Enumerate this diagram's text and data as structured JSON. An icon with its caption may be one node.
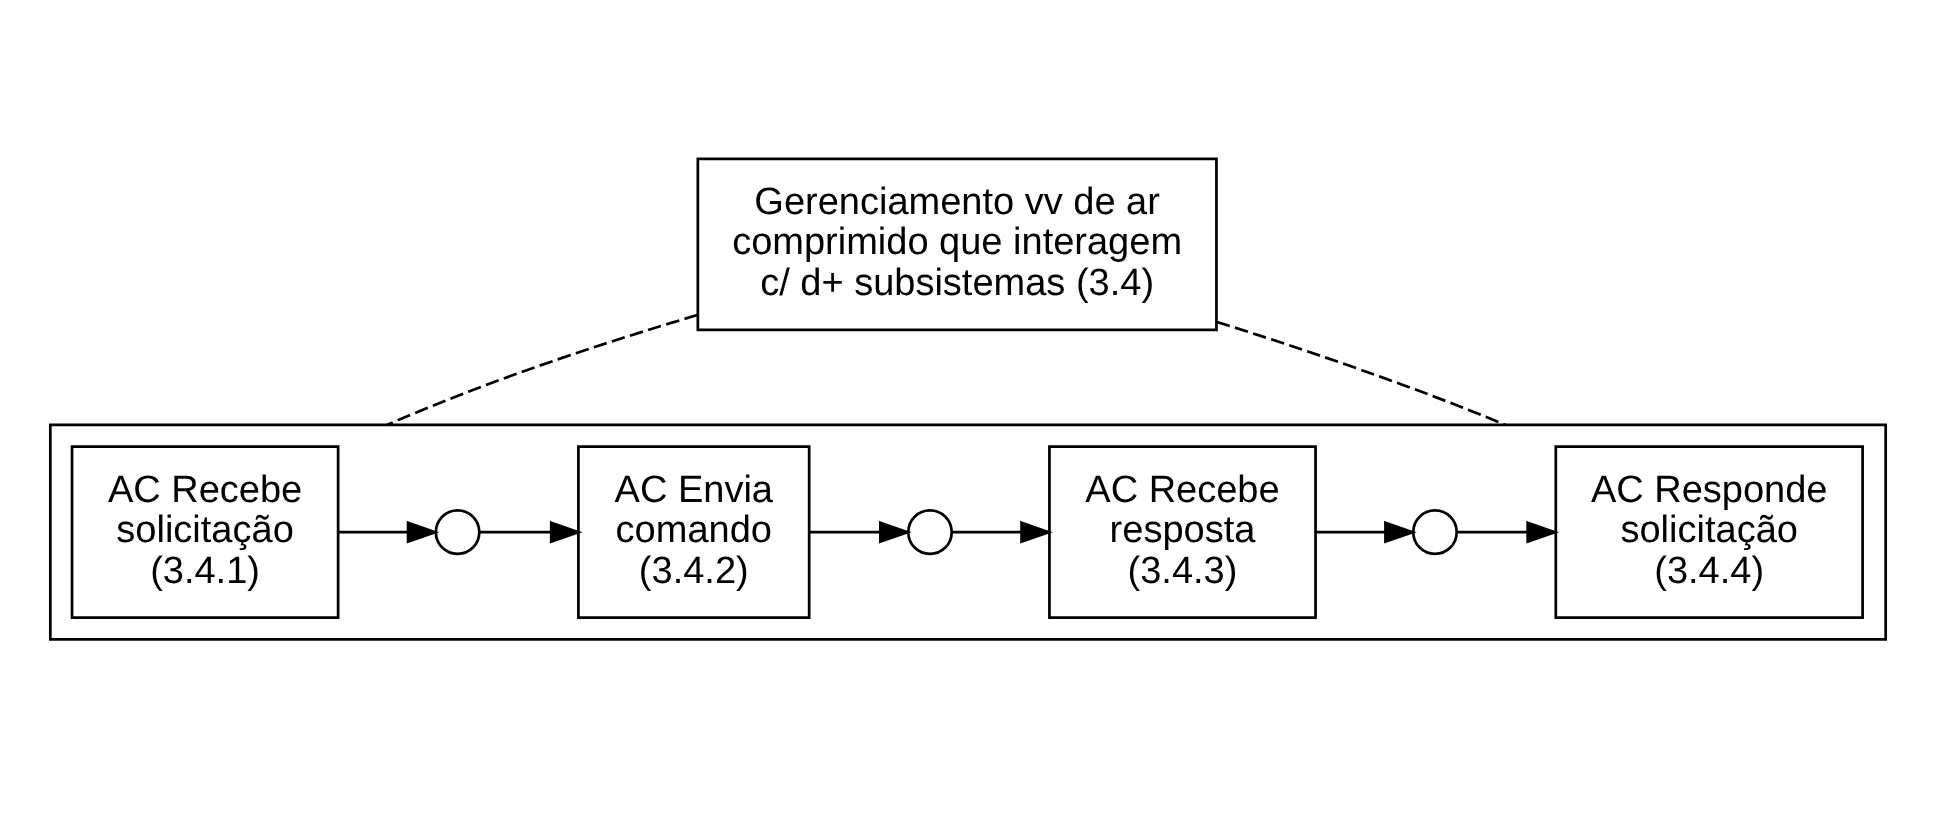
{
  "diagram": {
    "nodes": [
      {
        "text": [
          "Gerenciamento vv de ar comprimido que interagem c/ d+ subsistemas (3.4)"
        ]
      },
      {
        "text": [],
        "shape": "box"
      },
      {
        "text": [
          "AC Recebe solicitação (3.4.1)"
        ],
        "in": 1
      },
      {
        "text": [],
        "shape": "circle",
        "in": 1
      },
      {
        "text": [
          "AC Envia comando (3.4.2)"
        ],
        "in": 1
      },
      {
        "text": [],
        "shape": "circle",
        "in": 1
      },
      {
        "text": [
          "AC Recebe resposta (3.4.3)"
        ],
        "in": 1
      },
      {
        "text": [],
        "shape": "circle",
        "in": 1
      },
      {
        "text": [
          "AC Responde solicitação (3.4.4)"
        ],
        "in": 1
      }
    ],
    "edges": [
      {
        "from": 0,
        "to": 1,
        "arrow": "none",
        "style": "dashed"
      },
      {
        "from": 0,
        "to": 1,
        "arrow": "none",
        "style": "dashed"
      },
      {
        "from": 2,
        "to": 3,
        "arrow": "to"
      },
      {
        "from": 3,
        "to": 4,
        "arrow": "to"
      },
      {
        "from": 4,
        "to": 5,
        "arrow": "to"
      },
      {
        "from": 5,
        "to": 6,
        "arrow": "to"
      },
      {
        "from": 6,
        "to": 7,
        "arrow": "to"
      },
      {
        "from": 7,
        "to": 8,
        "arrow": "to"
      }
    ]
  }
}
